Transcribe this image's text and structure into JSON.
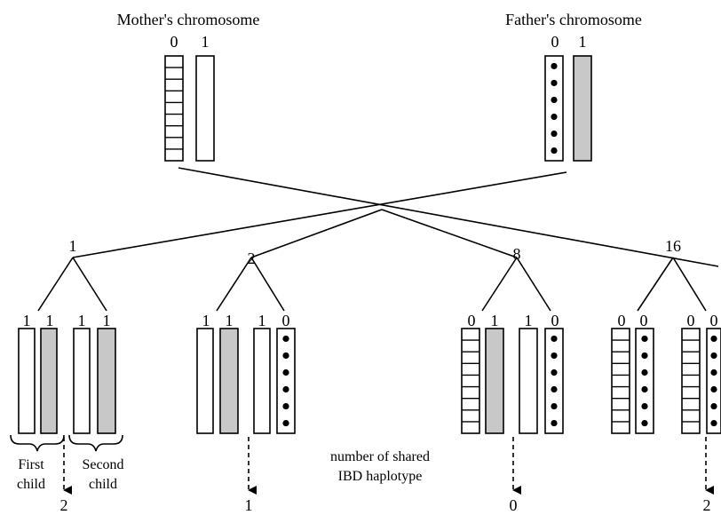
{
  "parents": {
    "mother": {
      "title": "Mother's chromosome",
      "labels": [
        "0",
        "1"
      ]
    },
    "father": {
      "title": "Father's chromosome",
      "labels": [
        "0",
        "1"
      ]
    }
  },
  "scenarios": [
    {
      "id": "1",
      "children": [
        [
          "1",
          "1"
        ],
        [
          "1",
          "1"
        ]
      ],
      "shared": "2"
    },
    {
      "id": "2",
      "children": [
        [
          "1",
          "1"
        ],
        [
          "1",
          "0"
        ]
      ],
      "shared": "1"
    },
    {
      "id": "8",
      "children": [
        [
          "0",
          "1"
        ],
        [
          "1",
          "0"
        ]
      ],
      "shared": "0"
    },
    {
      "id": "16",
      "children": [
        [
          "0",
          "0"
        ],
        [
          "0",
          "0"
        ]
      ],
      "shared": "2"
    }
  ],
  "annotations": {
    "first_child": [
      "First",
      "child"
    ],
    "second_child": [
      "Second",
      "child"
    ],
    "shared_label": [
      "number of shared",
      "IBD haplotype"
    ]
  },
  "colors": {
    "gray_fill": "#c8c8c8",
    "white_fill": "#ffffff"
  }
}
